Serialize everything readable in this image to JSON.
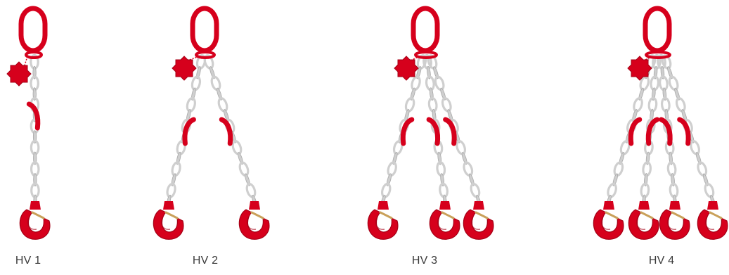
{
  "slings": [
    {
      "label": "HV 1",
      "legs": 1
    },
    {
      "label": "HV 2",
      "legs": 2
    },
    {
      "label": "HV 3",
      "legs": 3
    },
    {
      "label": "HV 4",
      "legs": 4
    }
  ],
  "colors": {
    "red": "#d6001c",
    "dark_red": "#a50016",
    "chain": "#cfcfcf",
    "chain_dark": "#a9a9a9",
    "latch": "#c9a15a",
    "caption": "#3a3a3a"
  },
  "icons": [
    "master-link-icon",
    "tag-icon",
    "chain-icon",
    "shortener-clip-icon",
    "hook-icon"
  ]
}
